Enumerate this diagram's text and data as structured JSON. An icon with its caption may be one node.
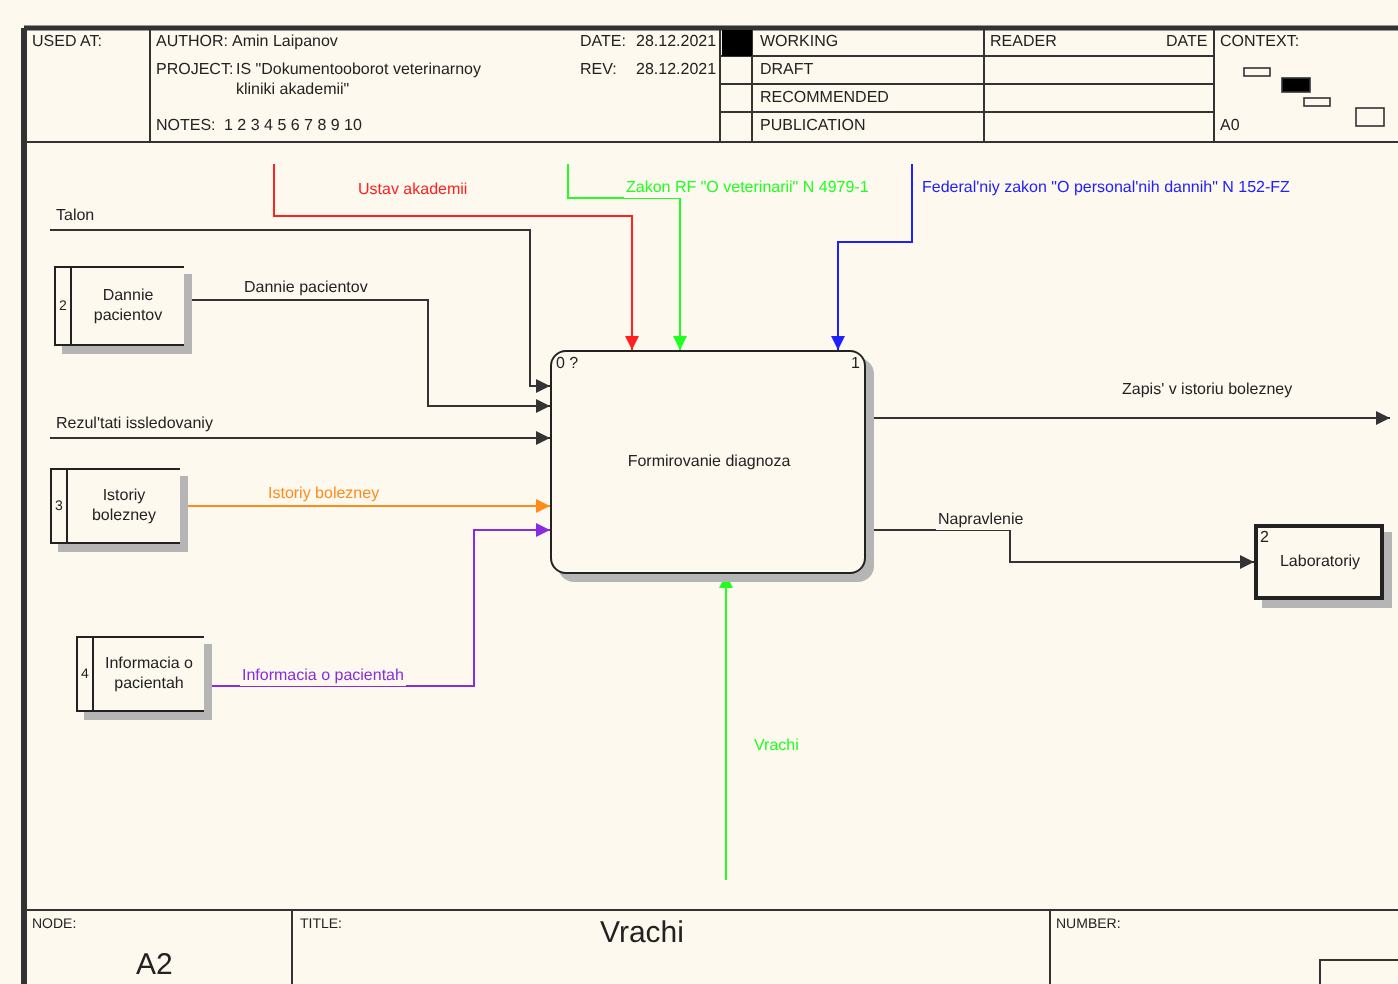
{
  "diagram": {
    "title": "Vrachi",
    "nodes": [
      {
        "text": [
          "0 ?",
          "1",
          "Formirovanie diagnoza"
        ]
      },
      {
        "text": [
          "2",
          "Dannie pacientov"
        ]
      },
      {
        "text": [
          "3",
          "Istoriy bolezney"
        ]
      },
      {
        "text": [
          "4",
          "Informacia o pacientah"
        ]
      },
      {
        "text": [
          "2",
          "Laboratoriy"
        ]
      }
    ],
    "edges": [
      {
        "from": null,
        "to": 0,
        "arrow": "to",
        "label": "Ustav akademii",
        "color": "#ff2020"
      },
      {
        "from": null,
        "to": 0,
        "arrow": "to",
        "label": "Zakon RF \"O veterinarii\" N 4979-1",
        "color": "#20ff20"
      },
      {
        "from": null,
        "to": 0,
        "arrow": "to",
        "label": "Federal'niy zakon \"O personal'nih dannih\" N 152-FZ",
        "color": "#2020ff"
      },
      {
        "from": null,
        "to": 0,
        "arrow": "to",
        "label": "Talon"
      },
      {
        "from": 1,
        "to": 0,
        "arrow": "to",
        "label": "Dannie pacientov"
      },
      {
        "from": null,
        "to": 0,
        "arrow": "to",
        "label": "Rezul'tati issledovaniy"
      },
      {
        "from": 2,
        "to": 0,
        "arrow": "to",
        "label": "Istoriy bolezney",
        "color": "#ff8c1a"
      },
      {
        "from": 3,
        "to": 0,
        "arrow": "to",
        "label": "Informacia o pacientah",
        "color": "#8a2be2"
      },
      {
        "from": 0,
        "to": null,
        "arrow": "to",
        "label": "Zapis' v istoriu bolezney"
      },
      {
        "from": 0,
        "to": 4,
        "arrow": "to",
        "label": "Napravlenie"
      },
      {
        "from": null,
        "to": 0,
        "arrow": "to",
        "label": "Vrachi",
        "color": "#20ff20"
      }
    ],
    "labels": [
      "USED AT:",
      "AUTHOR:",
      "Amin Laipanov",
      "DATE:",
      "28.12.2021",
      "PROJECT:",
      "IS \"Dokumentooborot veterinarnoy kliniki akademii\"",
      "REV:",
      "28.12.2021",
      "NOTES:",
      "1 2 3 4 5 6 7 8 9 10",
      "WORKING",
      "READER",
      "DATE",
      "CONTEXT:",
      "DRAFT",
      "RECOMMENDED",
      "PUBLICATION",
      "A0",
      "NODE:",
      "A2",
      "TITLE:",
      "NUMBER:"
    ]
  }
}
